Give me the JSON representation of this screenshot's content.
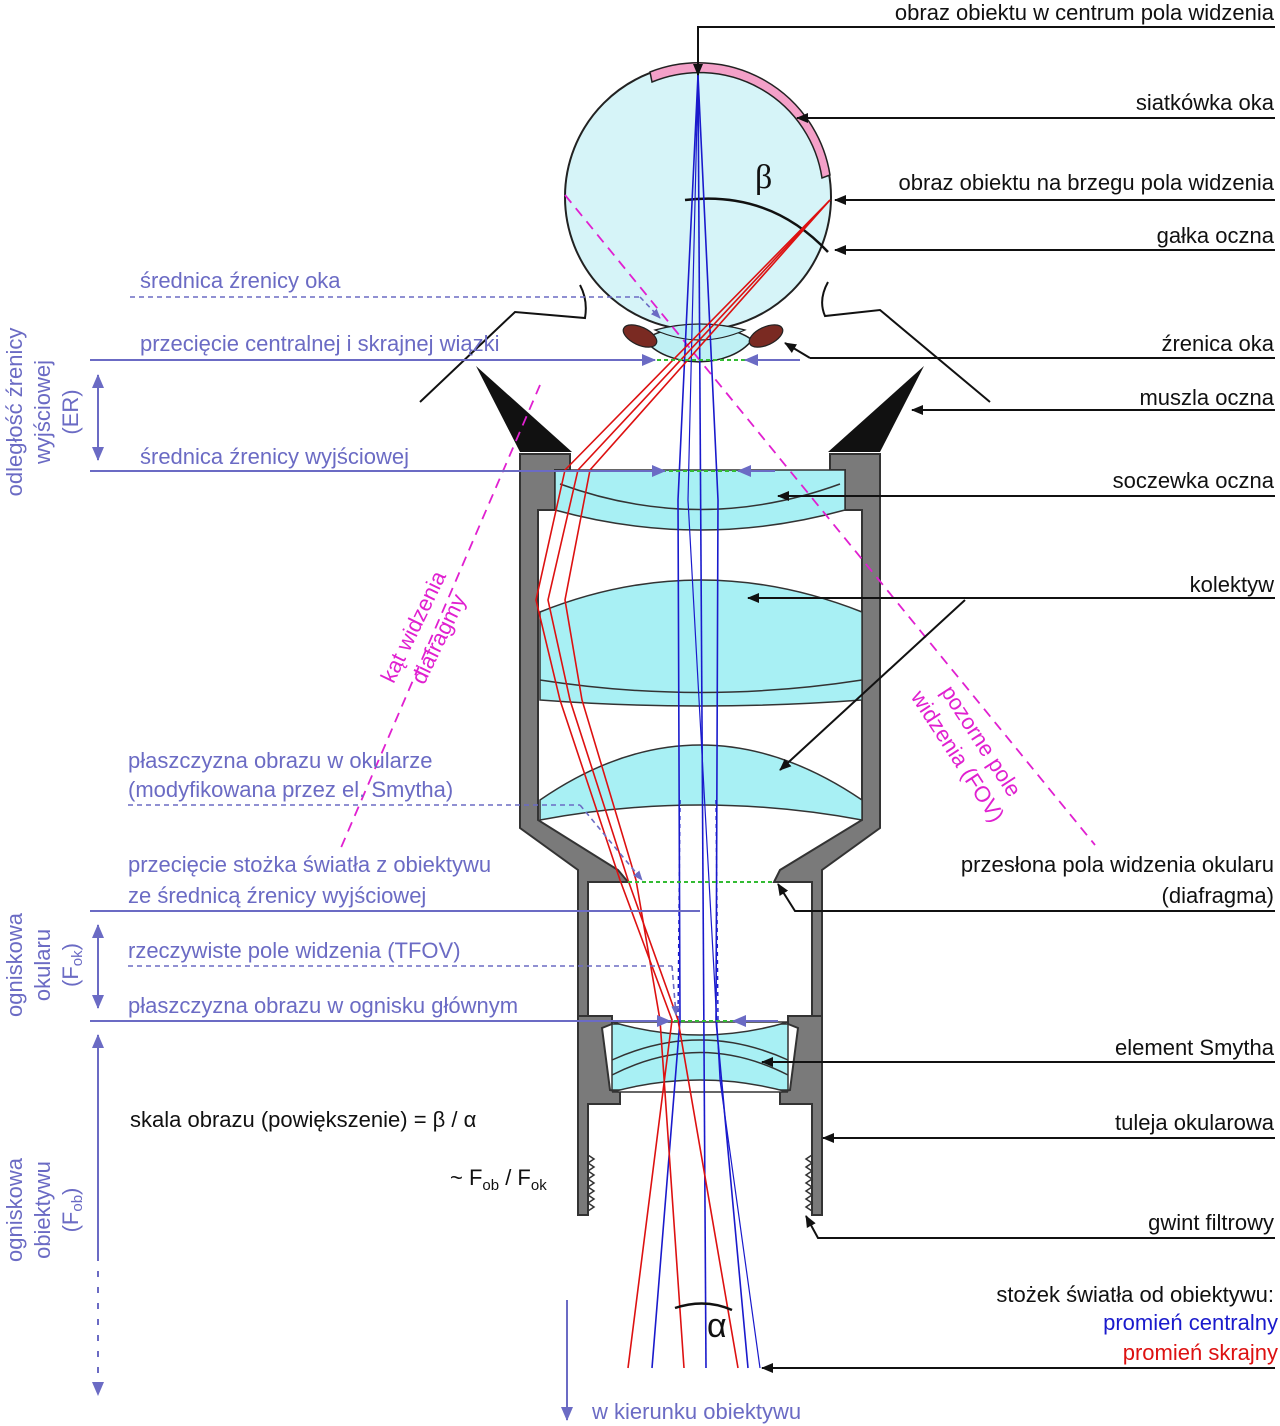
{
  "labels": {
    "center_image": "obraz obiektu w centrum pola widzenia",
    "retina": "siatkówka oka",
    "edge_image": "obraz obiektu na brzegu pola widzenia",
    "eyeball": "gałka oczna",
    "pupil": "źrenica oka",
    "eyecup": "muszla oczna",
    "eye_lens": "soczewka oczna",
    "collective": "kolektyw",
    "field_stop_1": "przesłona pola widzenia okularu",
    "field_stop_2": "(diafragma)",
    "smyth": "element Smytha",
    "barrel": "tuleja okularowa",
    "filter_thread": "gwint filtrowy",
    "cone_title": "stożek światła od obiektywu:",
    "central_ray": "promień centralny",
    "marginal_ray": "promień skrajny",
    "pupil_diameter": "średnica źrenicy oka",
    "intersection": "przecięcie centralnej i skrajnej wiązki",
    "exit_pupil": "średnica źrenicy wyjściowej",
    "image_plane_ep_1": "płaszczyzna obrazu w okularze",
    "image_plane_ep_2": "(modyfikowana przez el. Smytha)",
    "cone_cut_1": "przecięcie stożka światła z obiektywu",
    "cone_cut_2": "ze średnicą źrenicy wyjściowej",
    "tfov": "rzeczywiste pole widzenia (TFOV)",
    "focal_plane": "płaszczyzna obrazu w ognisku głównym",
    "magnification": "skala obrazu (powiększenie) = β / α",
    "ratio_F1": "~ F",
    "ratio_ob": "ob",
    "ratio_slash": " / F",
    "ratio_ok": "ok",
    "toward_objective": "w kierunku obiektywu",
    "er_1": "odległość źrenicy",
    "er_2": "wyjściowej",
    "er_3": "(ER)",
    "fok_1": "ogniskowa",
    "fok_2": "okularu",
    "fok_3": "(F",
    "fok_sub": "ok",
    "fok_close": ")",
    "fob_1": "ogniskowa",
    "fob_2": "obiektywu",
    "fob_3": "(F",
    "fob_sub": "ob",
    "fob_close": ")",
    "diaphragm_angle_1": "kąt widzenia",
    "diaphragm_angle_2": "diafragmy",
    "apparent_fov_1": "pozorne pole",
    "apparent_fov_2": "widzenia (FOV)",
    "beta": "β",
    "alpha": "α"
  },
  "colors": {
    "central_ray": "#1a1acc",
    "marginal_ray": "#dd1111",
    "dimension": "#6b6bc4",
    "fov_lines": "#e020d0",
    "glass": "#a8f0f4",
    "eyeball": "#d6f4f8",
    "retina": "#f4a0c8",
    "housing": "#7a7a7a",
    "iris": "#7a2a22",
    "planes": "#33bb33"
  }
}
